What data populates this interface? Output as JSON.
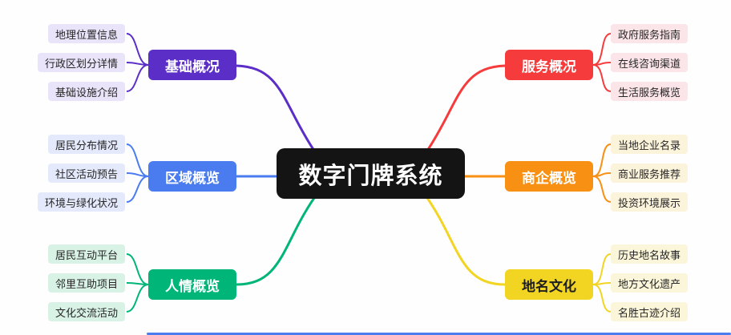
{
  "center": {
    "label": "数字门牌系统",
    "bg": "#141414",
    "text_color": "#ffffff"
  },
  "branches": [
    {
      "id": "basic-overview",
      "label": "基础概况",
      "side": "left",
      "color": "#5B2EC8",
      "text_color": "#ffffff",
      "child_bg": "#E9E4F9",
      "children": [
        "地理位置信息",
        "行政区划分详情",
        "基础设施介绍"
      ]
    },
    {
      "id": "region-overview",
      "label": "区域概览",
      "side": "left",
      "color": "#4A7CF0",
      "text_color": "#ffffff",
      "child_bg": "#E4E9FB",
      "children": [
        "居民分布情况",
        "社区活动预告",
        "环境与绿化状况"
      ]
    },
    {
      "id": "community-overview",
      "label": "人情概览",
      "side": "left",
      "color": "#00B578",
      "text_color": "#ffffff",
      "child_bg": "#D9F2E6",
      "children": [
        "居民互动平台",
        "邻里互助项目",
        "文化交流活动"
      ]
    },
    {
      "id": "service-overview",
      "label": "服务概况",
      "side": "right",
      "color": "#F53B3B",
      "text_color": "#ffffff",
      "child_bg": "#FBE5E8",
      "children": [
        "政府服务指南",
        "在线咨询渠道",
        "生活服务概览"
      ]
    },
    {
      "id": "business-overview",
      "label": "商企概览",
      "side": "right",
      "color": "#F79013",
      "text_color": "#ffffff",
      "child_bg": "#FCF3DB",
      "children": [
        "当地企业名录",
        "商业服务推荐",
        "投资环境展示"
      ]
    },
    {
      "id": "placename-culture",
      "label": "地名文化",
      "side": "right",
      "color": "#F2D522",
      "text_color": "#1f1f1f",
      "child_bg": "#FBF6D9",
      "children": [
        "历史地名故事",
        "地方文化遗产",
        "名胜古迹介绍"
      ]
    }
  ],
  "scrollbar_color": "#4A7CF0"
}
